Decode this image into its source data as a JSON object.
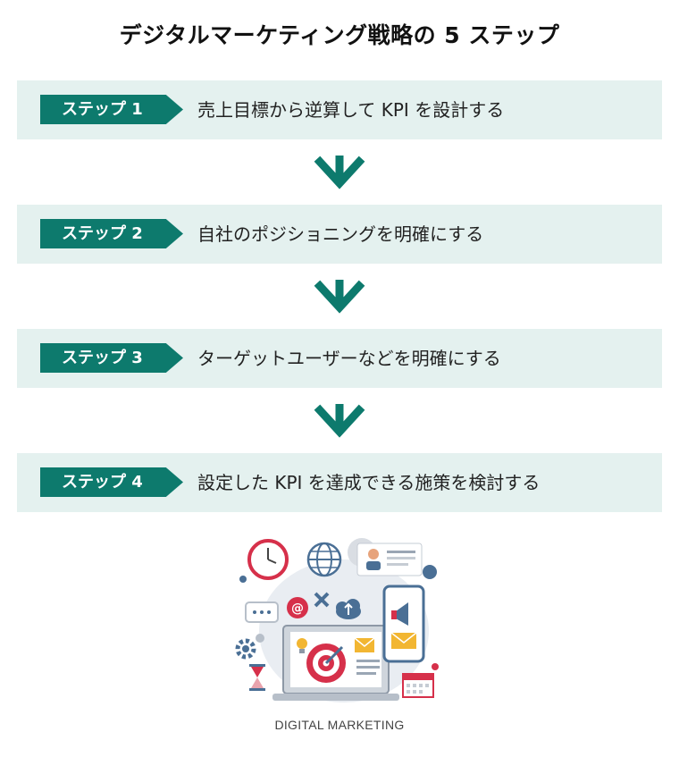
{
  "title": "デジタルマーケティング戦略の 5 ステップ",
  "steps": [
    {
      "label": "ステップ 1",
      "text": "売上目標から逆算して KPI を設計する"
    },
    {
      "label": "ステップ 2",
      "text": "自社のポジショニングを明確にする"
    },
    {
      "label": "ステップ 3",
      "text": "ターゲットユーザーなどを明確にする"
    },
    {
      "label": "ステップ 4",
      "text": "設定した KPI を達成できる施策を検討する"
    }
  ],
  "illustration": {
    "caption": "DIGITAL MARKETING"
  },
  "colors": {
    "accent": "#0d7a6d",
    "step_bg": "#e4f1ef",
    "target": "#d6304a"
  }
}
